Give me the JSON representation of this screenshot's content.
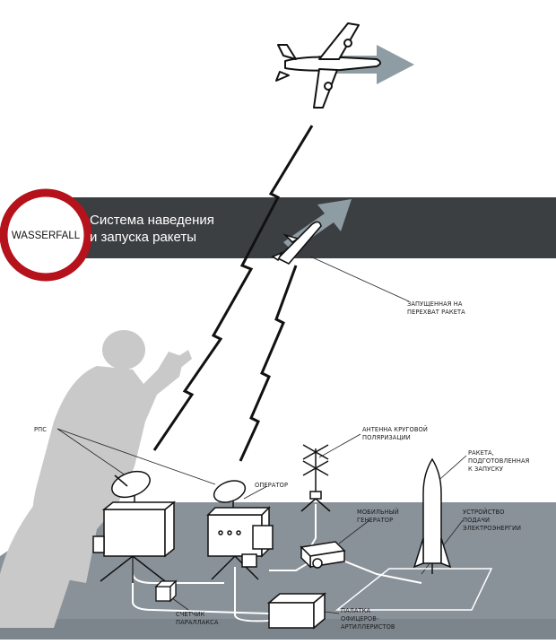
{
  "brand": {
    "name": "WASSERFALL",
    "ring_color": "#b5121b"
  },
  "banner": {
    "title_line1": "Система наведения",
    "title_line2": "и запуска ракеты",
    "color": "#3c3f42"
  },
  "labels": {
    "missile_launched": "Запущенная на\nперехват ракета",
    "rps": "РПС",
    "antenna": "Антенна круговой\nполяризации",
    "rocket_ready": "Ракета,\nподготовленная\nк запуску",
    "operator": "Оператор",
    "mobile_generator": "Мобильный\nгенератор",
    "power_supply": "Устройство\nподачи\nэлектроэнергии",
    "parallax_counter": "Счетчик\nпараллакса",
    "officer_tent": "Палатка\nофицеров-\nартиллеристов"
  },
  "colors": {
    "ground": "#8a9299",
    "silhouette": "#c7c7c7",
    "arrow": "#8e9ca4",
    "ink": "#111111"
  },
  "icons": [
    "bomber-plane-icon",
    "interceptor-missile-icon",
    "direction-arrow-icon",
    "radar-dish-icon",
    "antenna-icon",
    "generator-icon",
    "rocket-icon",
    "tent-icon",
    "soldier-silhouette-icon"
  ]
}
